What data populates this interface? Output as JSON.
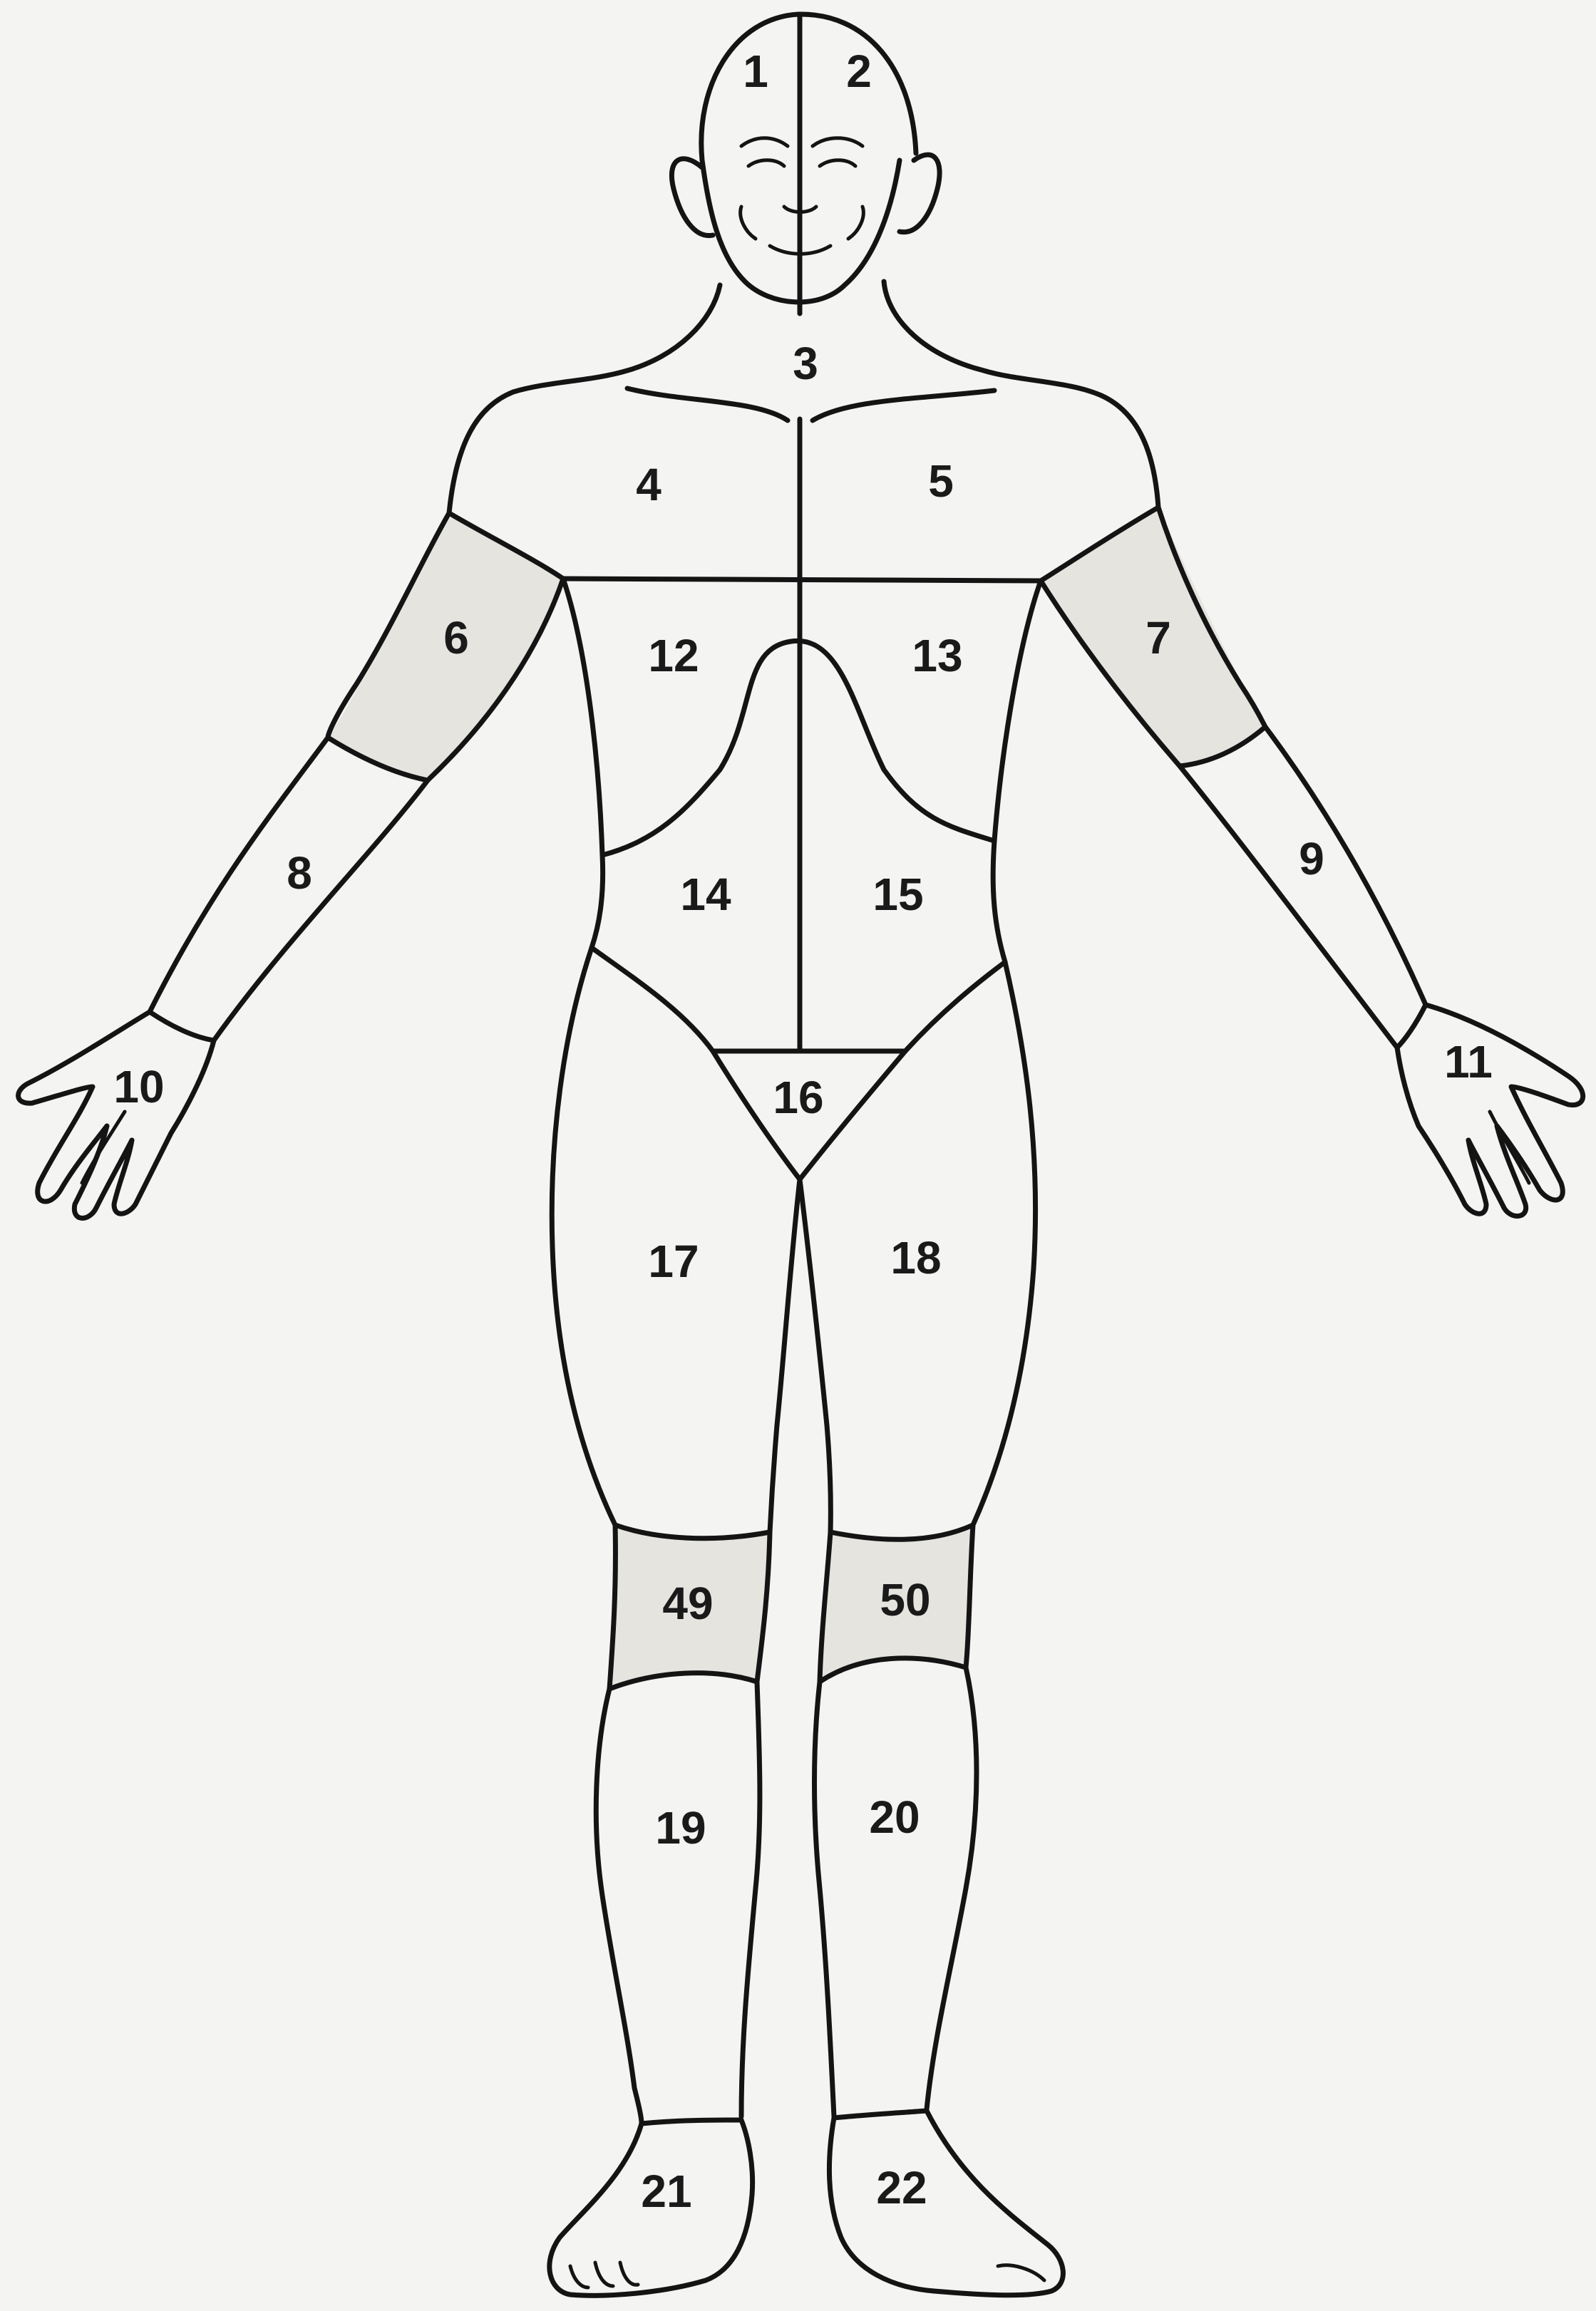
{
  "diagram": {
    "regions": [
      {
        "id": "r1",
        "label": "1"
      },
      {
        "id": "r2",
        "label": "2"
      },
      {
        "id": "r3",
        "label": "3"
      },
      {
        "id": "r4",
        "label": "4"
      },
      {
        "id": "r5",
        "label": "5"
      },
      {
        "id": "r6",
        "label": "6"
      },
      {
        "id": "r7",
        "label": "7"
      },
      {
        "id": "r8",
        "label": "8"
      },
      {
        "id": "r9",
        "label": "9"
      },
      {
        "id": "r10",
        "label": "10"
      },
      {
        "id": "r11",
        "label": "11"
      },
      {
        "id": "r12",
        "label": "12"
      },
      {
        "id": "r13",
        "label": "13"
      },
      {
        "id": "r14",
        "label": "14"
      },
      {
        "id": "r15",
        "label": "15"
      },
      {
        "id": "r16",
        "label": "16"
      },
      {
        "id": "r17",
        "label": "17"
      },
      {
        "id": "r18",
        "label": "18"
      },
      {
        "id": "r49",
        "label": "49"
      },
      {
        "id": "r50",
        "label": "50"
      },
      {
        "id": "r19",
        "label": "19"
      },
      {
        "id": "r20",
        "label": "20"
      },
      {
        "id": "r21",
        "label": "21"
      },
      {
        "id": "r22",
        "label": "22"
      }
    ],
    "colors": {
      "outline": "#141414",
      "fill": "#ffffff",
      "shaded": "#e6e4df",
      "background": "#f4f4f2"
    }
  }
}
